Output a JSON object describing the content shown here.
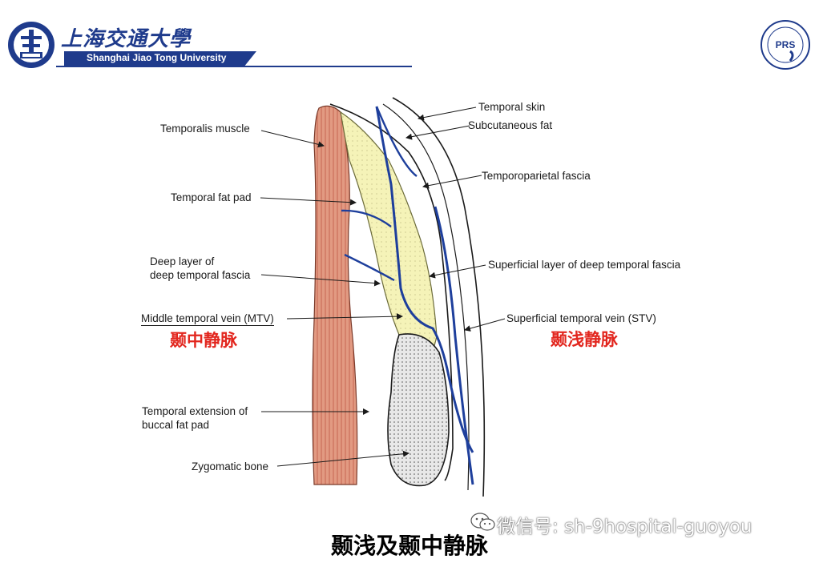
{
  "header": {
    "university_cn": "上海交通大學",
    "university_en": "Shanghai Jiao Tong University",
    "left_logo_icon": "sjtu-seal-logo",
    "right_logo_icon": "prs-hospital-logo"
  },
  "labels": {
    "temporalis_muscle": "Temporalis muscle",
    "temporal_fat_pad": "Temporal fat pad",
    "deep_layer_1": "Deep layer of",
    "deep_layer_2": "deep temporal fascia",
    "mtv": "Middle temporal vein (MTV)",
    "mtv_cn": "颞中静脉",
    "temporal_ext_1": "Temporal extension of",
    "temporal_ext_2": "buccal fat pad",
    "zygomatic_bone": "Zygomatic bone",
    "temporal_skin": "Temporal skin",
    "subcutaneous_fat": "Subcutaneous fat",
    "temporoparietal_fascia": "Temporoparietal fascia",
    "superficial_layer": "Superficial layer of deep temporal fascia",
    "stv": "Superficial temporal vein (STV)",
    "stv_cn": "颞浅静脉"
  },
  "watermark": {
    "icon": "wechat-icon",
    "text": "微信号: sh-9hospital-guoyou"
  },
  "caption": "颞浅及颞中静脉",
  "colors": {
    "brand_blue": "#1f3b8c",
    "muscle": "#d9826a",
    "fat_pad": "#f5f3b8",
    "vein": "#1e3f9c",
    "label_red": "#e2261e"
  }
}
